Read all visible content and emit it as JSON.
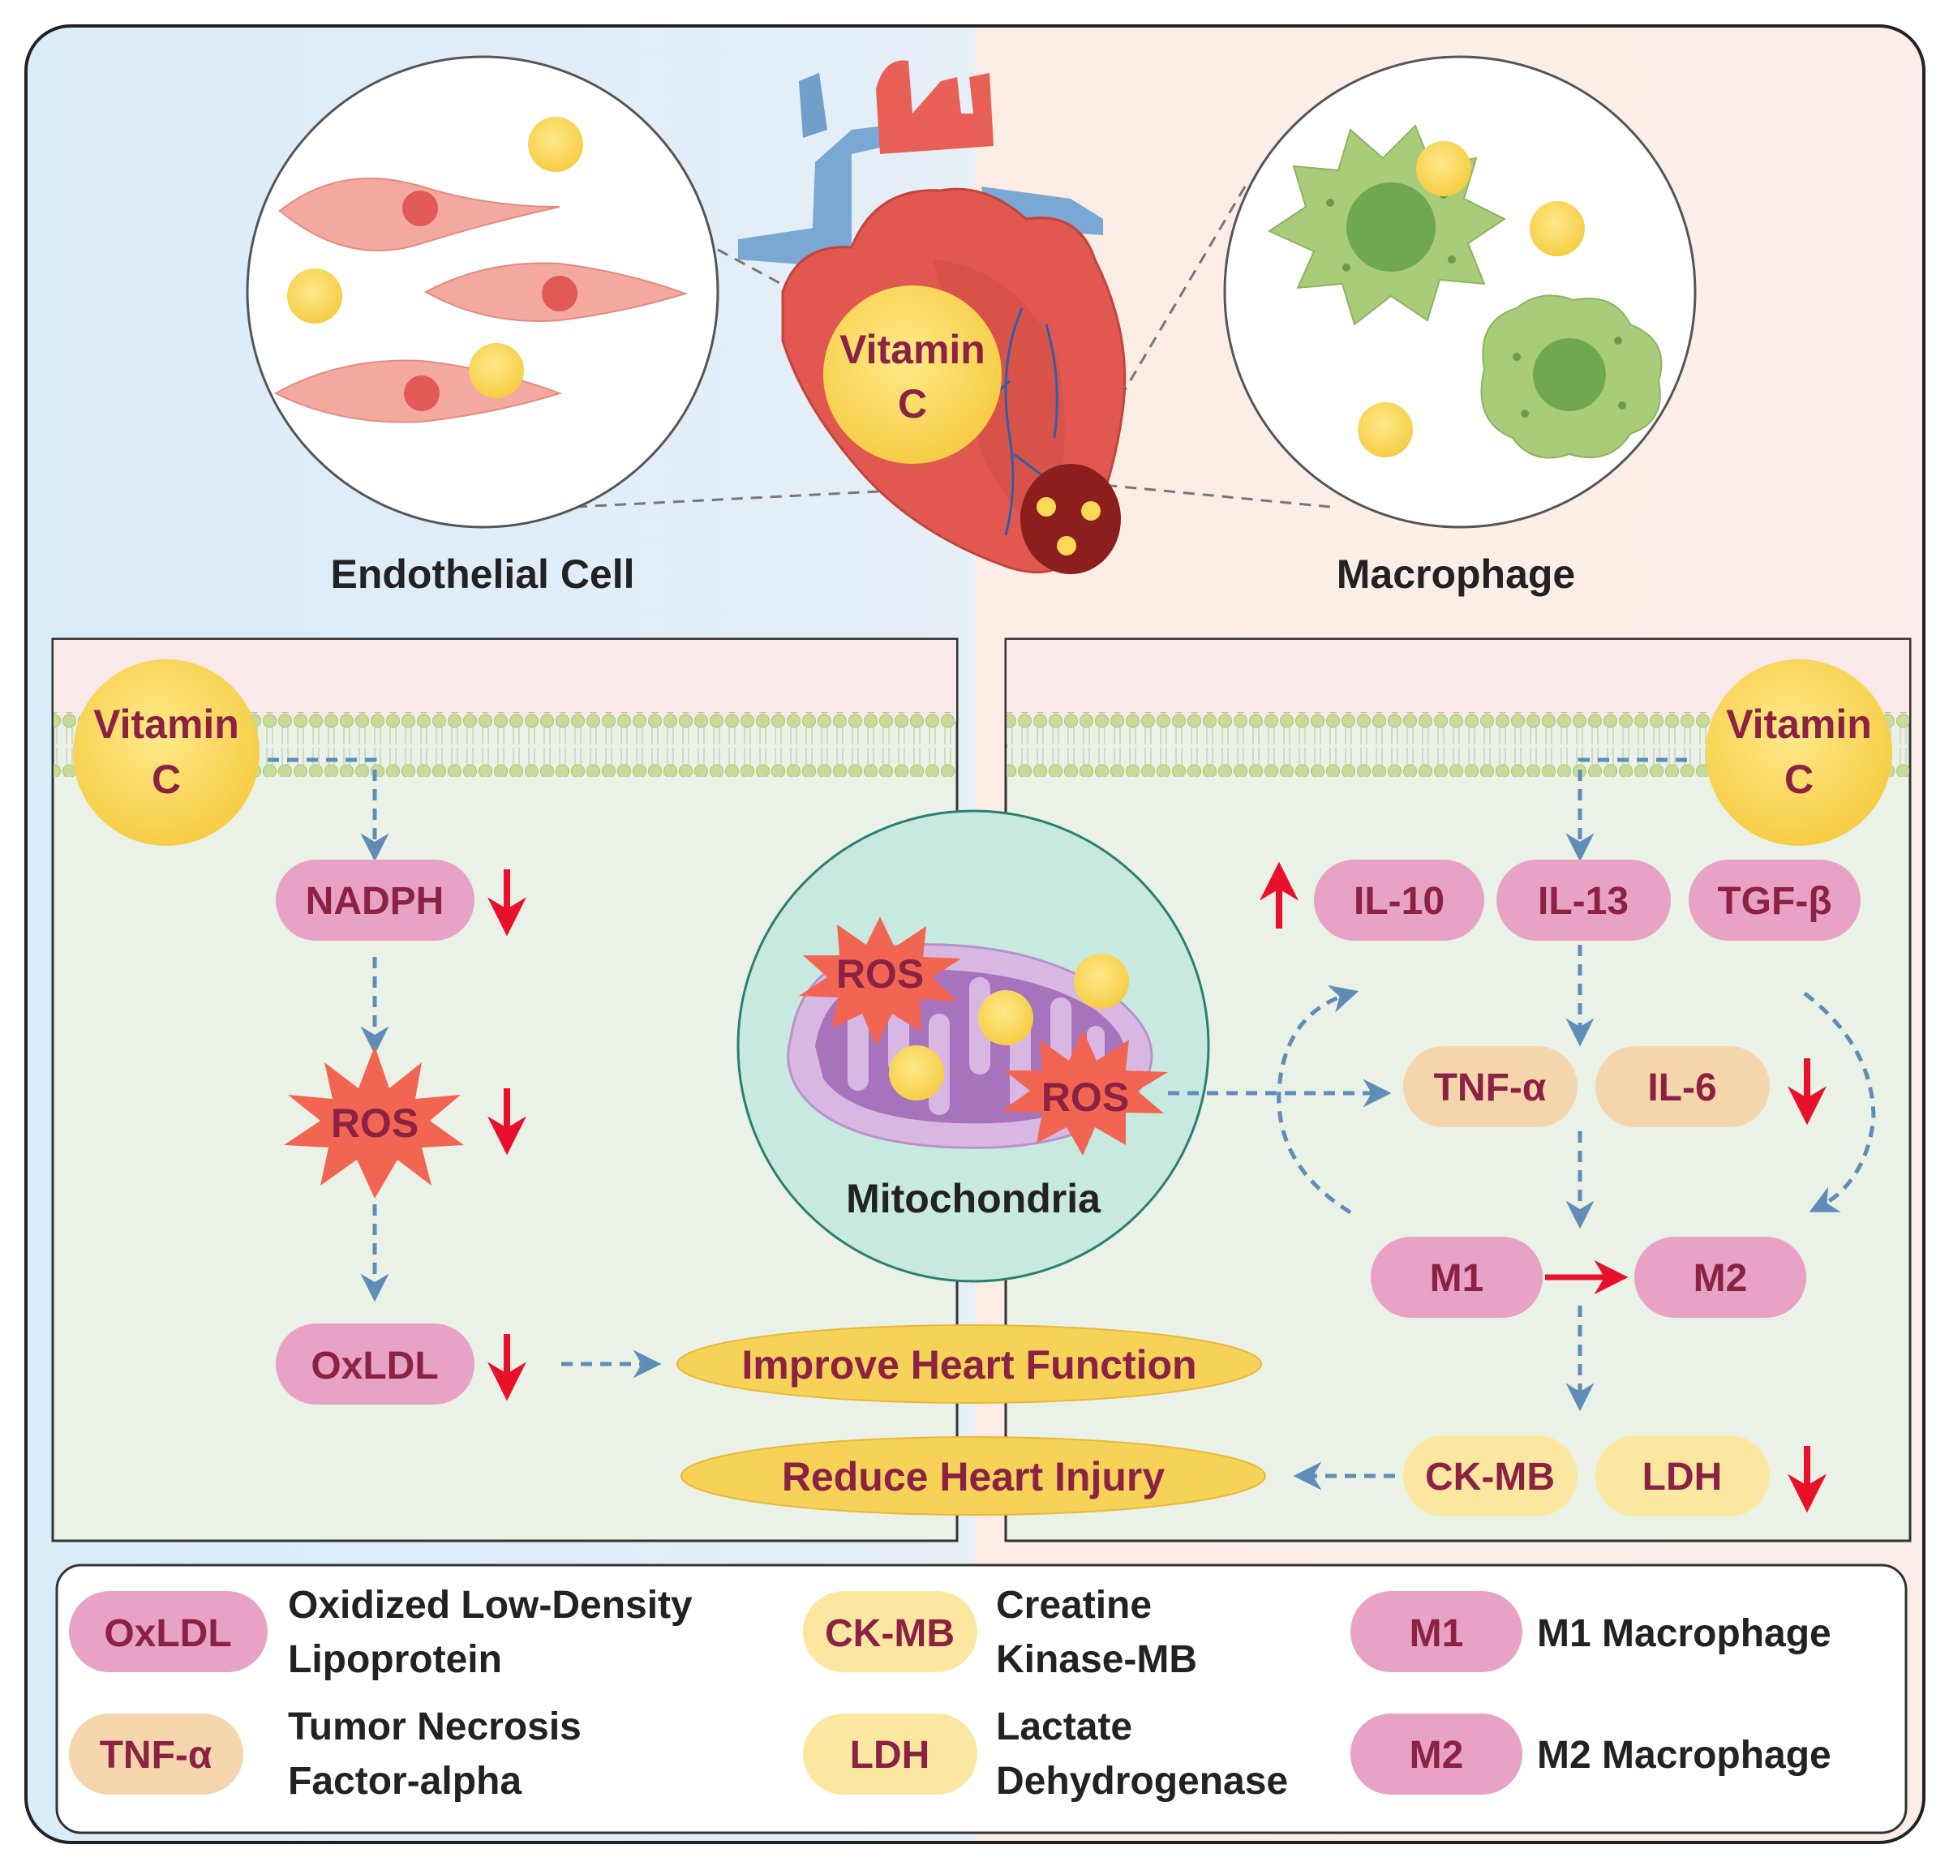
{
  "top": {
    "heart_vitamin": [
      "Vitamin",
      "C"
    ],
    "left_label": "Endothelial Cell",
    "right_label": "Macrophage"
  },
  "left_panel": {
    "vitamin": [
      "Vitamin",
      "C"
    ],
    "nadph": "NADPH",
    "ros": "ROS",
    "oxldl": "OxLDL"
  },
  "center": {
    "ros_top": "ROS",
    "ros_bottom": "ROS",
    "mitochondria_label": "Mitochondria",
    "improve": "Improve Heart Function",
    "reduce": "Reduce Heart Injury"
  },
  "right_panel": {
    "vitamin": [
      "Vitamin",
      "C"
    ],
    "il10": "IL-10",
    "il13": "IL-13",
    "tgfb": "TGF-β",
    "tnfa": "TNF-α",
    "il6": "IL-6",
    "m1": "M1",
    "m2": "M2",
    "ckmb": "CK-MB",
    "ldh": "LDH"
  },
  "legend": {
    "items": [
      {
        "tag": "OxLDL",
        "desc": [
          "Oxidized Low-Density",
          "Lipoprotein"
        ]
      },
      {
        "tag": "TNF-α",
        "desc": [
          "Tumor Necrosis",
          "Factor-alpha"
        ]
      },
      {
        "tag": "CK-MB",
        "desc": [
          "Creatine",
          "Kinase-MB"
        ]
      },
      {
        "tag": "LDH",
        "desc": [
          "Lactate",
          "Dehydrogenase"
        ]
      },
      {
        "tag": "M1",
        "desc": [
          "M1 Macrophage"
        ]
      },
      {
        "tag": "M2",
        "desc": [
          "M2 Macrophage"
        ]
      }
    ]
  },
  "colors": {
    "pink_pill": "#e7a2c6",
    "pink_text": "#8b2244",
    "tan_pill": "#f5d6ac",
    "yellow_pill": "#fbe7a0",
    "vitamin_yellow": "#fbd856",
    "ros_red": "#f26552",
    "arrow_blue": "#5f8db7",
    "arrow_red": "#e8102a",
    "bg_blue": "#ddeefa",
    "bg_peach": "#fbeee8"
  }
}
